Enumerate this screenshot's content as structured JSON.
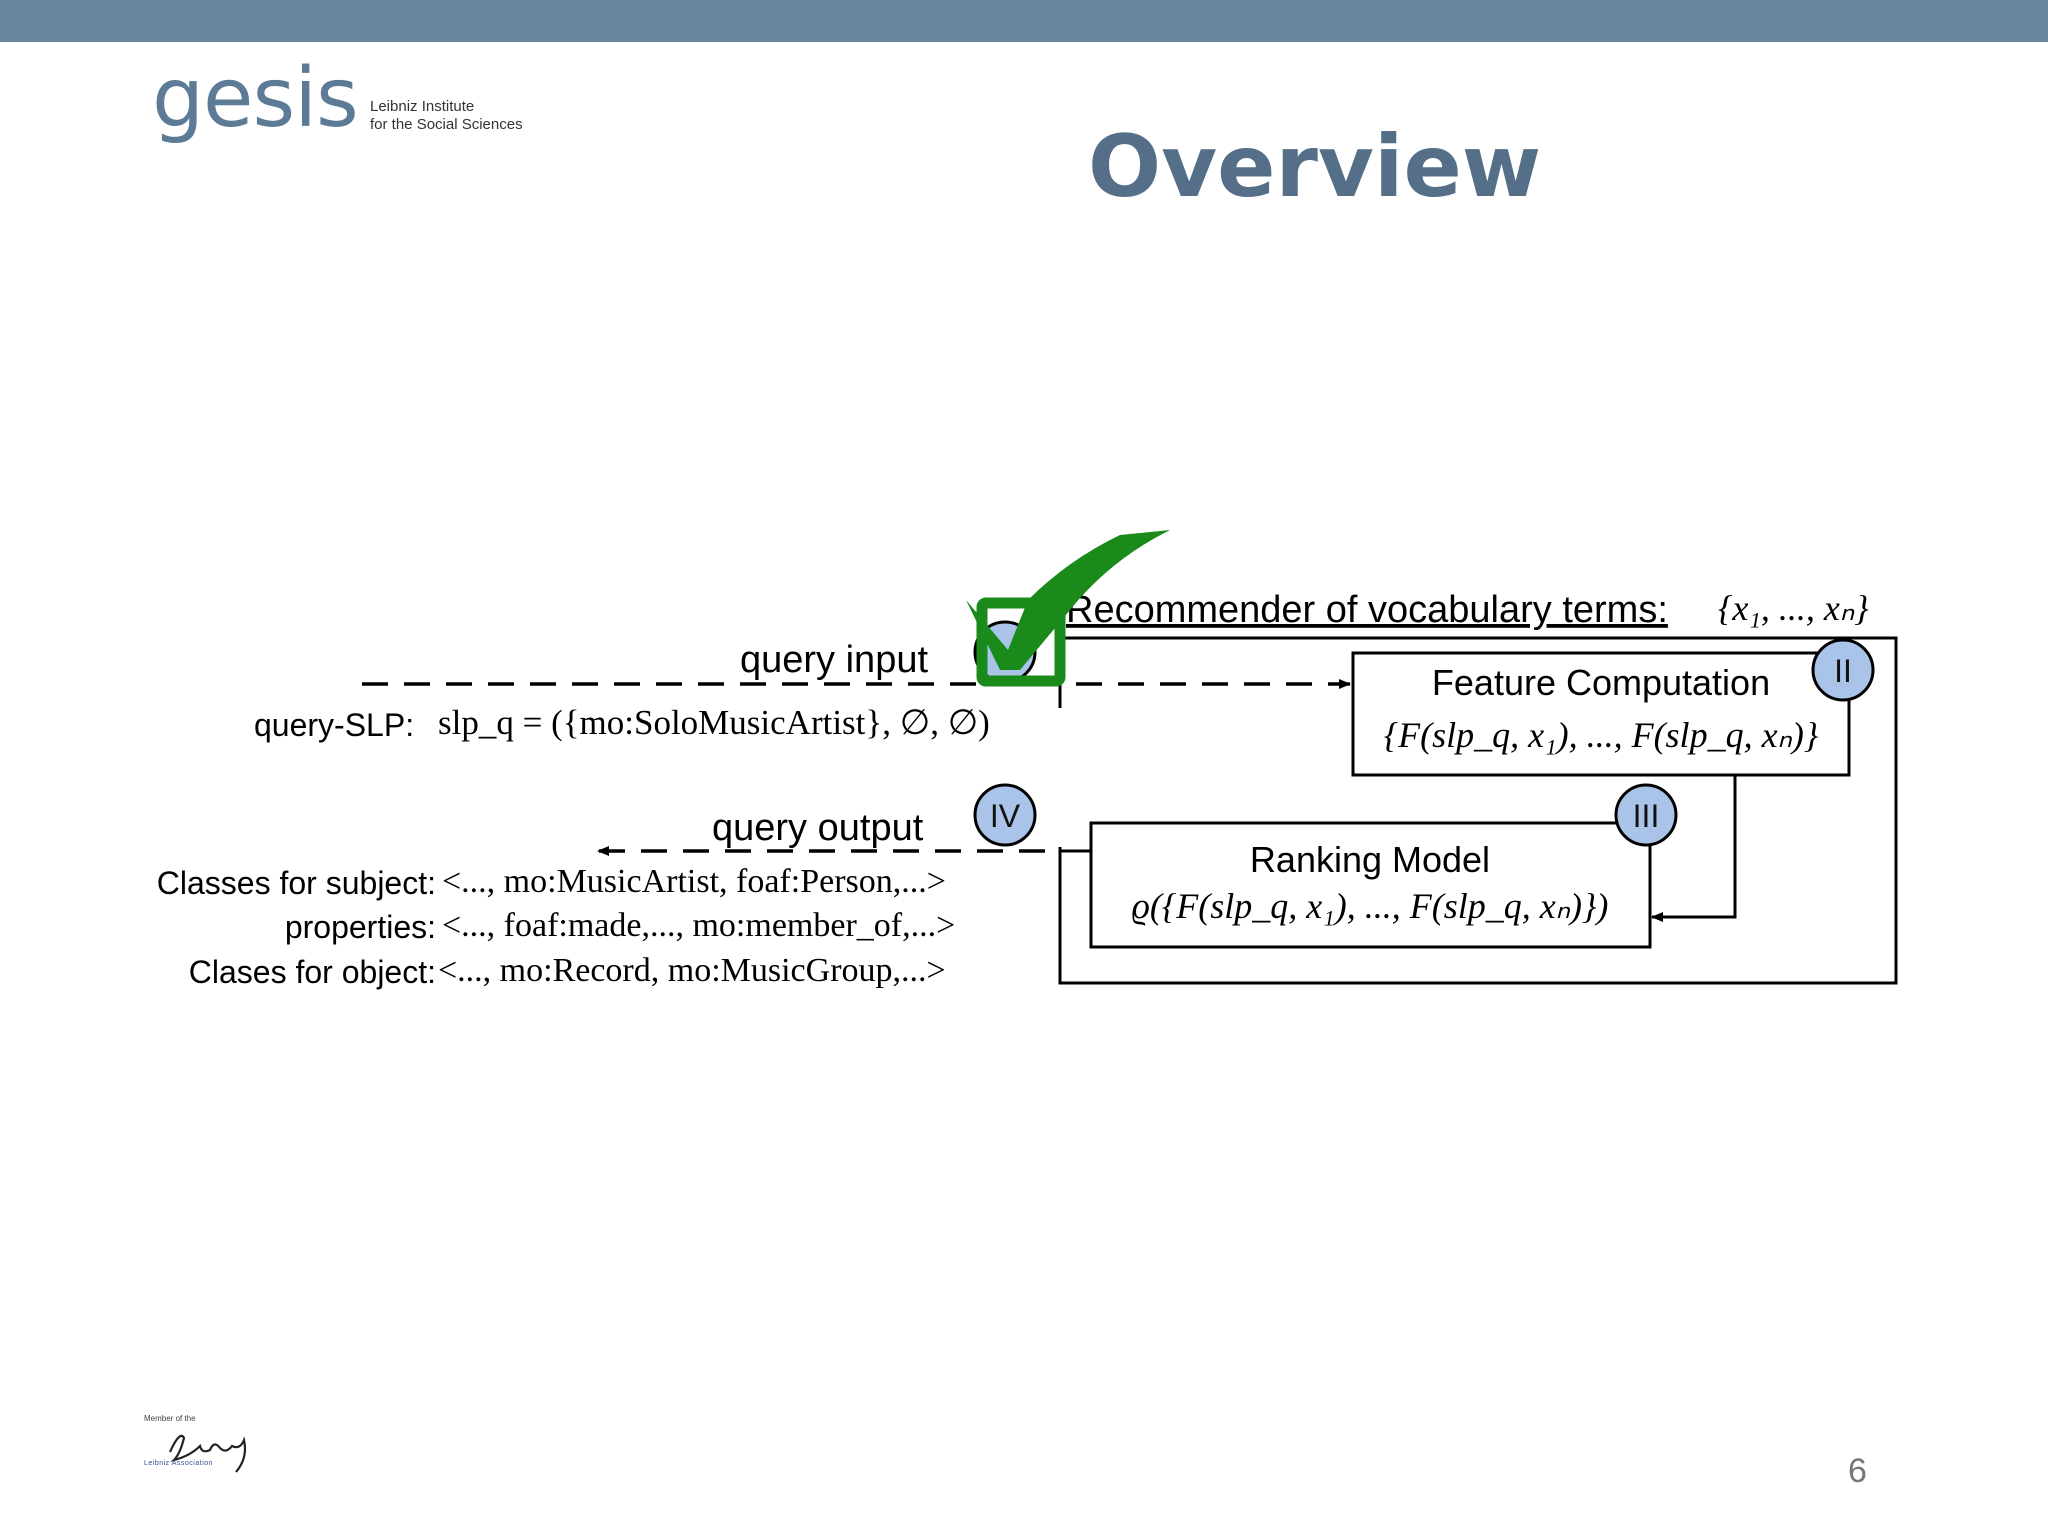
{
  "header": {
    "logo_text": "gesis",
    "logo_subtitle_line1": "Leibniz Institute",
    "logo_subtitle_line2": "for the Social Sciences",
    "title": "Overview"
  },
  "diagram": {
    "recommender_label": "Recommender of vocabulary terms:",
    "recommender_terms": "{x₁, ..., xₙ}",
    "query_input_label": "query input",
    "query_slp_label": "query-SLP:",
    "query_slp_formula": "slp_q = ({mo:SoloMusicArtist}, ∅, ∅)",
    "query_output_label": "query output",
    "feature_computation_title": "Feature Computation",
    "feature_computation_formula": "{F(slp_q, x₁), ..., F(slp_q, xₙ)}",
    "ranking_model_title": "Ranking Model",
    "ranking_model_formula": "ϱ({F(slp_q, x₁), ..., F(slp_q, xₙ)})",
    "badges": {
      "feature": "II",
      "ranking": "III",
      "output": "IV"
    },
    "outputs": [
      {
        "label": "Classes for subject:",
        "value": "<..., mo:MusicArtist, foaf:Person,...>"
      },
      {
        "label": "properties:",
        "value": "<..., foaf:made,..., mo:member_of,...>"
      },
      {
        "label": "Clases for object:",
        "value": "<..., mo:Record, mo:MusicGroup,...>"
      }
    ],
    "colors": {
      "badge_fill": "#a9c4e8",
      "check_green": "#1a8a1a",
      "line": "#000000"
    }
  },
  "footer": {
    "member_of": "Member of the",
    "leibniz_script": "Leibniz",
    "leibniz_association": "Leibniz Association",
    "page_number": "6"
  }
}
